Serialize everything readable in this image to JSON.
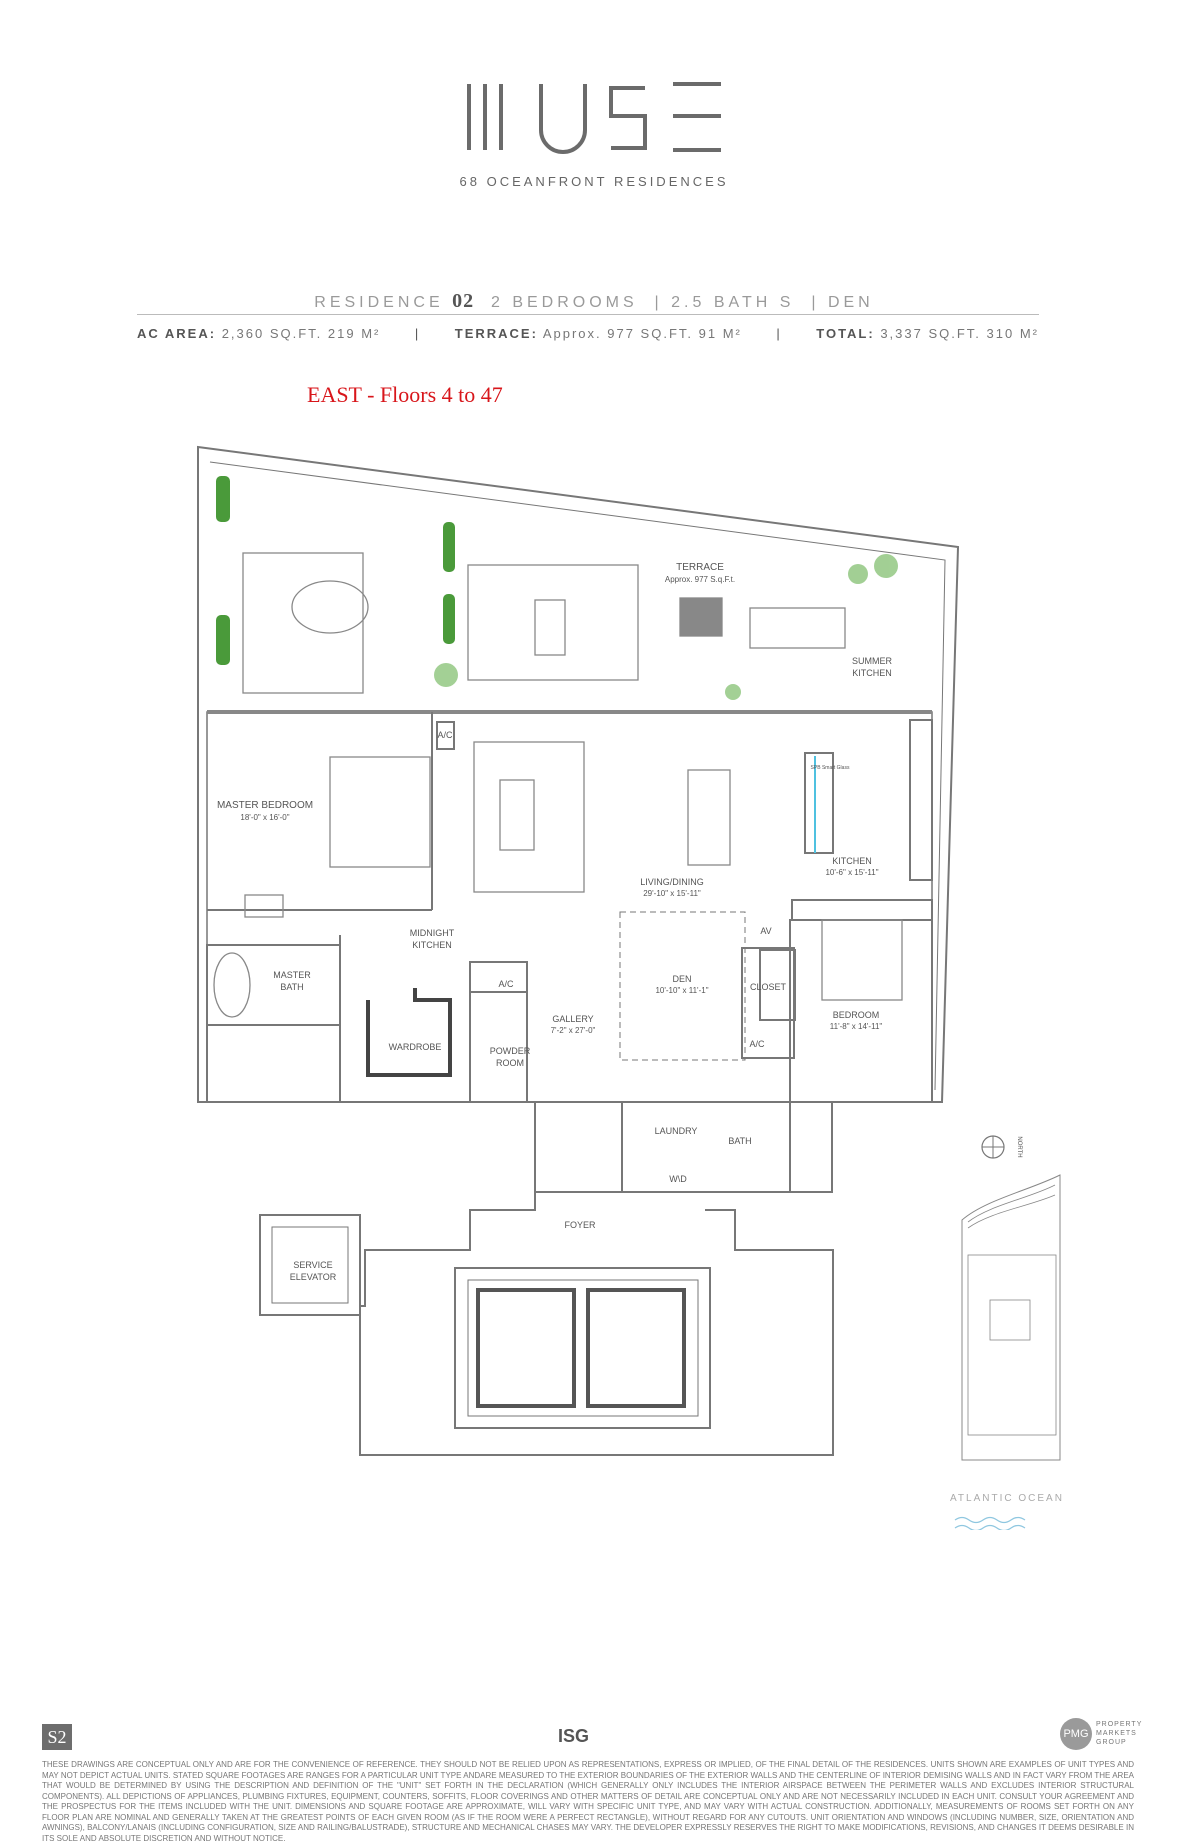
{
  "brand": {
    "logo_text": "MUSE",
    "tagline": "68 OCEANFRONT RESIDENCES"
  },
  "residence": {
    "prefix": "RESIDENCE",
    "number": "02",
    "bedrooms": "2 BEDROOMS",
    "baths": "2.5 BATH S",
    "den": "DEN"
  },
  "areas": {
    "ac_label": "AC AREA:",
    "ac_value": "2,360 SQ.FT.   219 M²",
    "terrace_label": "TERRACE:",
    "terrace_value": "Approx. 977 SQ.FT.   91 M²",
    "total_label": "TOTAL:",
    "total_value": "3,337 SQ.FT.   310 M²"
  },
  "floor_note": "EAST - Floors 4 to 47",
  "rooms": {
    "terrace": "TERRACE",
    "terrace_area": "Approx. 977 S.q.F.t.",
    "summer_kitchen_1": "SUMMER",
    "summer_kitchen_2": "KITCHEN",
    "master_bedroom": "MASTER BEDROOM",
    "master_bedroom_dim": "18'-0\" x 16'-0\"",
    "ac": "A/C",
    "living_dining": "LIVING/DINING",
    "living_dining_dim": "29'-10\" x 15'-11\"",
    "kitchen": "KITCHEN",
    "kitchen_dim": "10'-6\" x 15'-11\"",
    "smart_glass": "SPB Smart Glass",
    "midnight_kitchen_1": "MIDNIGHT",
    "midnight_kitchen_2": "KITCHEN",
    "master_bath_1": "MASTER",
    "master_bath_2": "BATH",
    "den": "DEN",
    "den_dim": "10'-10\" x 11'-1\"",
    "closet": "CLOSET",
    "av": "AV",
    "bedroom": "BEDROOM",
    "bedroom_dim": "11'-8\" x 14'-11\"",
    "gallery": "GALLERY",
    "gallery_dim": "7'-2\" x 27'-0\"",
    "wardrobe": "WARDROBE",
    "powder_room_1": "POWDER",
    "powder_room_2": "ROOM",
    "laundry": "LAUNDRY",
    "wd": "W\\D",
    "bath": "BATH",
    "foyer": "FOYER",
    "service_elevator_1": "SERVICE",
    "service_elevator_2": "ELEVATOR"
  },
  "compass_label": "NORTH",
  "atlantic": "ATLANTIC OCEAN",
  "footer": {
    "badge": "S2",
    "isg": "ISG",
    "pmg_mark": "PMG",
    "pmg_text": "PROPERTY MARKETS GROUP",
    "disclaimer": "THESE DRAWINGS ARE CONCEPTUAL ONLY AND ARE FOR THE CONVENIENCE OF REFERENCE. THEY SHOULD NOT BE RELIED UPON AS REPRESENTATIONS, EXPRESS OR IMPLIED, OF THE FINAL DETAIL OF THE RESIDENCES. UNITS SHOWN ARE EXAMPLES OF UNIT TYPES AND MAY NOT DEPICT ACTUAL UNITS. STATED SQUARE FOOTAGES ARE RANGES FOR A PARTICULAR UNIT TYPE ANDARE MEASURED TO THE EXTERIOR BOUNDARIES OF THE EXTERIOR WALLS AND THE CENTERLINE OF INTERIOR DEMISING WALLS AND IN FACT VARY FROM THE AREA THAT WOULD BE DETERMINED BY USING THE DESCRIPTION AND DEFINITION OF THE \"UNIT\" SET FORTH IN THE DECLARATION (WHICH GENERALLY ONLY INCLUDES THE INTERIOR AIRSPACE BETWEEN THE PERIMETER WALLS AND EXCLUDES INTERIOR STRUCTURAL COMPONENTS). ALL DEPICTIONS OF APPLIANCES, PLUMBING FIXTURES, EQUIPMENT, COUNTERS, SOFFITS, FLOOR COVERINGS AND OTHER MATTERS OF DETAIL ARE CONCEPTUAL ONLY AND ARE NOT NECESSARILY INCLUDED IN EACH UNIT. CONSULT YOUR AGREEMENT AND THE PROSPECTUS FOR THE ITEMS INCLUDED WITH THE UNIT. DIMENSIONS AND SQUARE FOOTAGE ARE APPROXIMATE, WILL VARY WITH SPECIFIC UNIT TYPE, AND MAY VARY WITH ACTUAL CONSTRUCTION. ADDITIONALLY, MEASUREMENTS OF ROOMS SET FORTH ON ANY FLOOR PLAN ARE NOMINAL AND GENERALLY TAKEN AT THE GREATEST POINTS OF EACH GIVEN ROOM (AS IF THE ROOM WERE A PERFECT RECTANGLE), WITHOUT REGARD FOR ANY CUTOUTS. UNIT ORIENTATION AND WINDOWS (INCLUDING NUMBER, SIZE, ORIENTATION AND AWNINGS), BALCONY/LANAIS (INCLUDING CONFIGURATION, SIZE AND RAILING/BALUSTRADE), STRUCTURE AND MECHANICAL CHASES MAY VARY. THE DEVELOPER EXPRESSLY RESERVES THE RIGHT TO MAKE MODIFICATIONS, REVISIONS, AND CHANGES IT DEEMS DESIRABLE IN ITS SOLE AND ABSOLUTE DISCRETION AND WITHOUT NOTICE."
  }
}
